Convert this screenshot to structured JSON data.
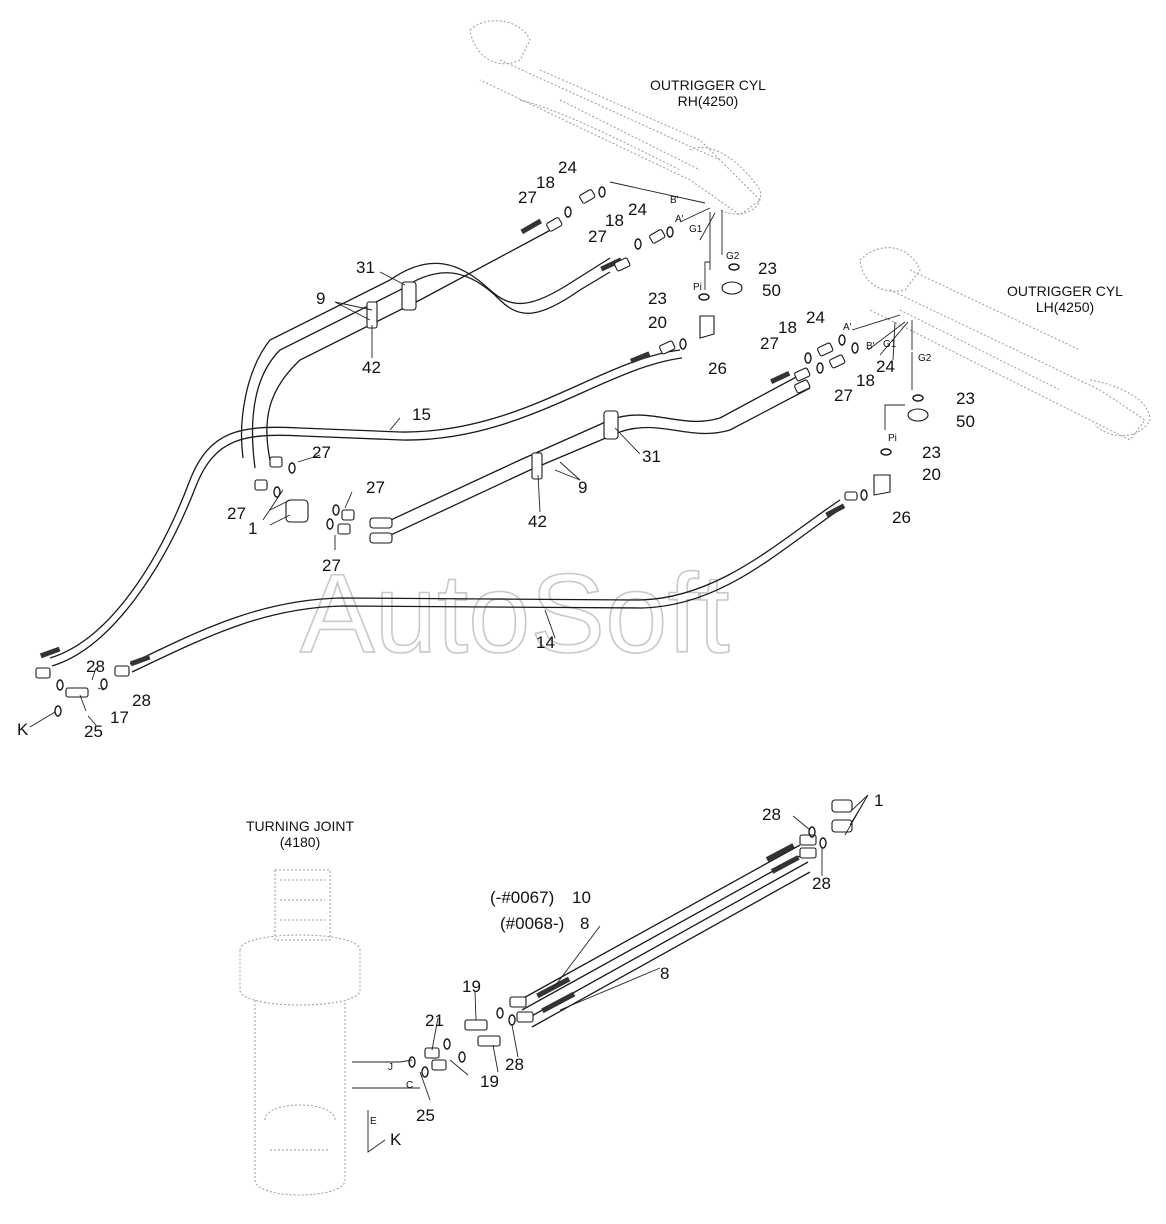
{
  "callouts": {
    "c1a": "1",
    "c1b": "1",
    "c8a": "8",
    "c8b": "8",
    "c9a": "9",
    "c9b": "9",
    "c10": "10",
    "c14": "14",
    "c15": "15",
    "c17": "17",
    "c18a": "18",
    "c18b": "18",
    "c18c": "18",
    "c18d": "18",
    "c19a": "19",
    "c19b": "19",
    "c20a": "20",
    "c20b": "20",
    "c21": "21",
    "c23a": "23",
    "c23b": "23",
    "c23c": "23",
    "c23d": "23",
    "c24a": "24",
    "c24b": "24",
    "c24c": "24",
    "c24d": "24",
    "c25a": "25",
    "c25b": "25",
    "c26a": "26",
    "c26b": "26",
    "c27a": "27",
    "c27b": "27",
    "c27c": "27",
    "c27d": "27",
    "c27e": "27",
    "c27f": "27",
    "c27g": "27",
    "c27h": "27",
    "c28a": "28",
    "c28b": "28",
    "c28c": "28",
    "c28d": "28",
    "c28e": "28",
    "c31a": "31",
    "c31b": "31",
    "c42a": "42",
    "c42b": "42",
    "c50a": "50",
    "c50b": "50",
    "ka": "K",
    "kb": "K"
  },
  "ports": {
    "bprime_rh": "B'",
    "aprime_rh": "A'",
    "g1_rh": "G1",
    "g2_rh": "G2",
    "pi_rh": "Pi",
    "aprime_lh": "A'",
    "bprime_lh": "B'",
    "g1_lh": "G1",
    "g2_lh": "G2",
    "pi_lh": "Pi",
    "j": "J",
    "c": "C",
    "e": "E"
  },
  "assemblies": {
    "rh_cyl_line1": "OUTRIGGER CYL",
    "rh_cyl_line2": "RH(4250)",
    "lh_cyl_line1": "OUTRIGGER CYL",
    "lh_cyl_line2": "LH(4250)",
    "tj_line1": "TURNING JOINT",
    "tj_line2": "(4180)"
  },
  "serial_notes": {
    "upto": "(-#0067)",
    "from": "(#0068-)"
  },
  "watermark": "AutoSoft"
}
